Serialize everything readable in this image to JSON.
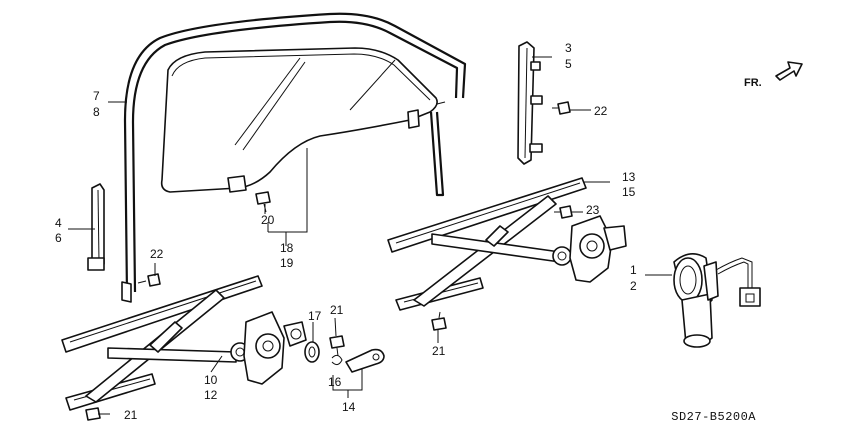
{
  "labels": {
    "p1": "1",
    "p2": "2",
    "p3": "3",
    "p5": "5",
    "p4": "4",
    "p6": "6",
    "p7": "7",
    "p8": "8",
    "p10": "10",
    "p12": "12",
    "p13": "13",
    "p15": "15",
    "p14": "14",
    "p16": "16",
    "p17": "17",
    "p18": "18",
    "p19": "19",
    "p20": "20",
    "p21a": "21",
    "p21b": "21",
    "p21c": "21",
    "p22a": "22",
    "p22b": "22",
    "p23": "23"
  },
  "direction": "FR.",
  "diagram_code": "SD27-B5200A"
}
